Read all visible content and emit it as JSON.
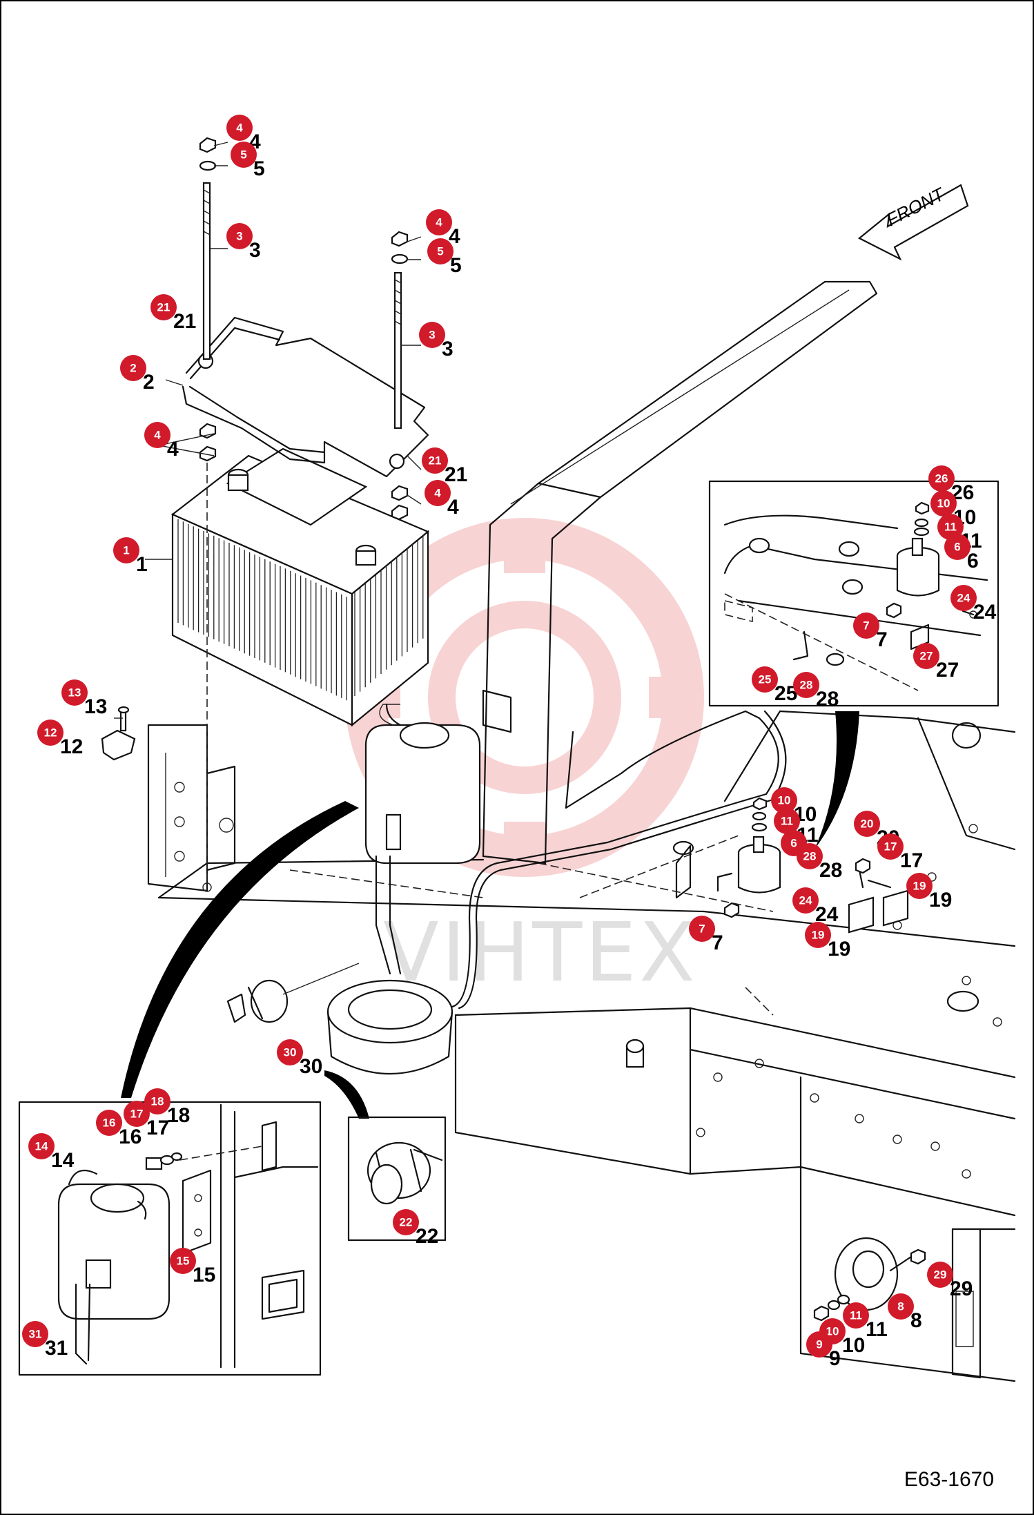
{
  "drawing": {
    "code": "E63-1670",
    "front_label": "FRONT",
    "watermark": "VIHTEX"
  },
  "callouts": [
    {
      "id": "c4a",
      "n": "4"
    },
    {
      "id": "c5a",
      "n": "5"
    },
    {
      "id": "c3a",
      "n": "3"
    },
    {
      "id": "c4b",
      "n": "4"
    },
    {
      "id": "c5b",
      "n": "5"
    },
    {
      "id": "c3b",
      "n": "3"
    },
    {
      "id": "c21a",
      "n": "21"
    },
    {
      "id": "c2",
      "n": "2"
    },
    {
      "id": "c4c",
      "n": "4"
    },
    {
      "id": "c21b",
      "n": "21"
    },
    {
      "id": "c4d",
      "n": "4"
    },
    {
      "id": "c1",
      "n": "1"
    },
    {
      "id": "c13",
      "n": "13"
    },
    {
      "id": "c12",
      "n": "12"
    },
    {
      "id": "c26",
      "n": "26"
    },
    {
      "id": "c10a",
      "n": "10"
    },
    {
      "id": "c11a",
      "n": "11"
    },
    {
      "id": "c6a",
      "n": "6"
    },
    {
      "id": "c24a",
      "n": "24"
    },
    {
      "id": "c7a",
      "n": "7"
    },
    {
      "id": "c27",
      "n": "27"
    },
    {
      "id": "c25",
      "n": "25"
    },
    {
      "id": "c28a",
      "n": "28"
    },
    {
      "id": "c10b",
      "n": "10"
    },
    {
      "id": "c11b",
      "n": "11"
    },
    {
      "id": "c6b",
      "n": "6"
    },
    {
      "id": "c28b",
      "n": "28"
    },
    {
      "id": "c20",
      "n": "20"
    },
    {
      "id": "c17a",
      "n": "17"
    },
    {
      "id": "c19a",
      "n": "19"
    },
    {
      "id": "c24b",
      "n": "24"
    },
    {
      "id": "c7b",
      "n": "7"
    },
    {
      "id": "c19b",
      "n": "19"
    },
    {
      "id": "c30",
      "n": "30"
    },
    {
      "id": "c17b",
      "n": "17"
    },
    {
      "id": "c18",
      "n": "18"
    },
    {
      "id": "c16",
      "n": "16"
    },
    {
      "id": "c14",
      "n": "14"
    },
    {
      "id": "c15",
      "n": "15"
    },
    {
      "id": "c31",
      "n": "31"
    },
    {
      "id": "c22",
      "n": "22"
    },
    {
      "id": "c29",
      "n": "29"
    },
    {
      "id": "c8",
      "n": "8"
    },
    {
      "id": "c11c",
      "n": "11"
    },
    {
      "id": "c10c",
      "n": "10"
    },
    {
      "id": "c9",
      "n": "9"
    }
  ]
}
